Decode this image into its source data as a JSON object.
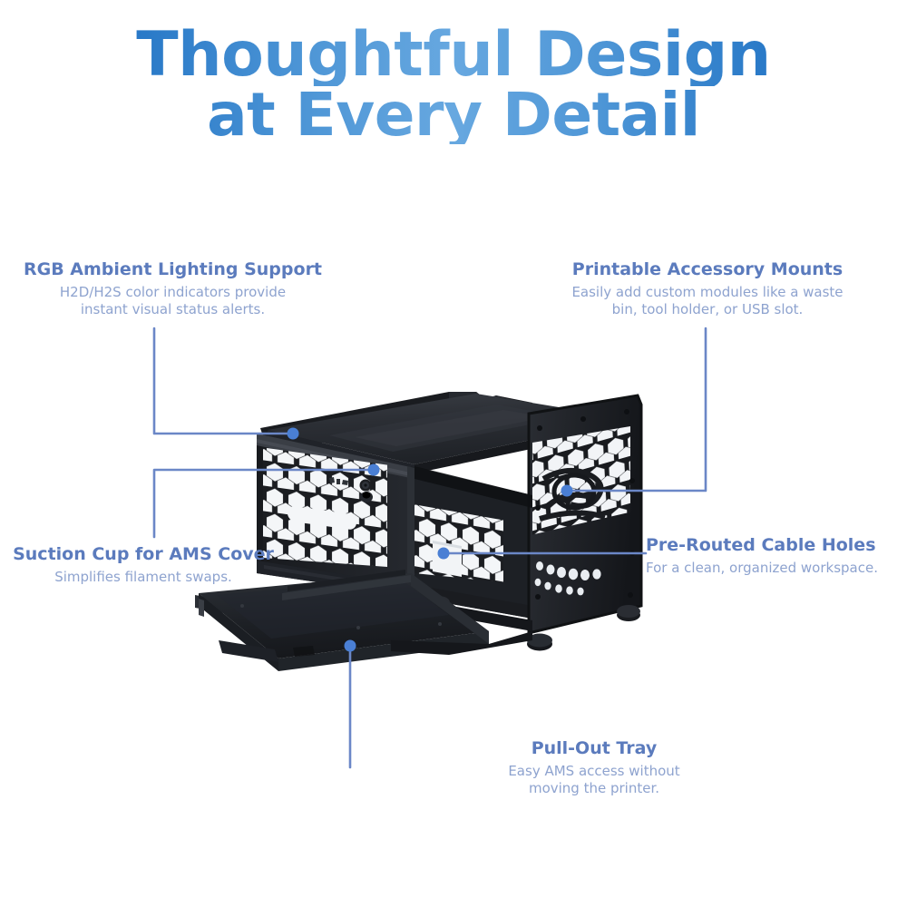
{
  "title": {
    "line1": "Thoughtful Design",
    "line2": "at Every Detail",
    "gradient_start": "#1565c0",
    "gradient_mid": "#67a8e0"
  },
  "theme": {
    "heading_color": "#5b7bbd",
    "body_color": "#8ea3cf",
    "leader_color": "#6b87c7",
    "dot_color": "#4a7fd4",
    "background": "#ffffff",
    "product_body": "#23262b",
    "product_dark": "#15171a",
    "product_light": "#3a3e45"
  },
  "callouts": [
    {
      "id": "rgb",
      "heading": "RGB Ambient Lighting Support",
      "body_line1": "H2D/H2S color indicators provide",
      "body_line2": "instant visual status alerts.",
      "align": "center",
      "anchor": "left-upper"
    },
    {
      "id": "mounts",
      "heading": "Printable Accessory Mounts",
      "body_line1": "Easily add custom modules like a waste",
      "body_line2": "bin, tool holder, or USB slot.",
      "align": "center",
      "anchor": "right-upper"
    },
    {
      "id": "suction",
      "heading": "Suction Cup for AMS Cover",
      "body_line1": "Simplifies filament swaps.",
      "body_line2": "",
      "align": "center",
      "anchor": "left-lower"
    },
    {
      "id": "cable",
      "heading": "Pre-Routed Cable Holes",
      "body_line1": "For a clean, organized workspace.",
      "body_line2": "",
      "align": "left",
      "anchor": "right-lower"
    },
    {
      "id": "tray",
      "heading": "Pull-Out Tray",
      "body_line1": "Easy AMS access without",
      "body_line2": "moving the printer.",
      "align": "center",
      "anchor": "bottom"
    }
  ],
  "product": {
    "name": "3d-printer-enclosure",
    "description": "Black steel 3D printer enclosure with hexagonal honeycomb perforated side panels and a pull-out AMS tray"
  }
}
